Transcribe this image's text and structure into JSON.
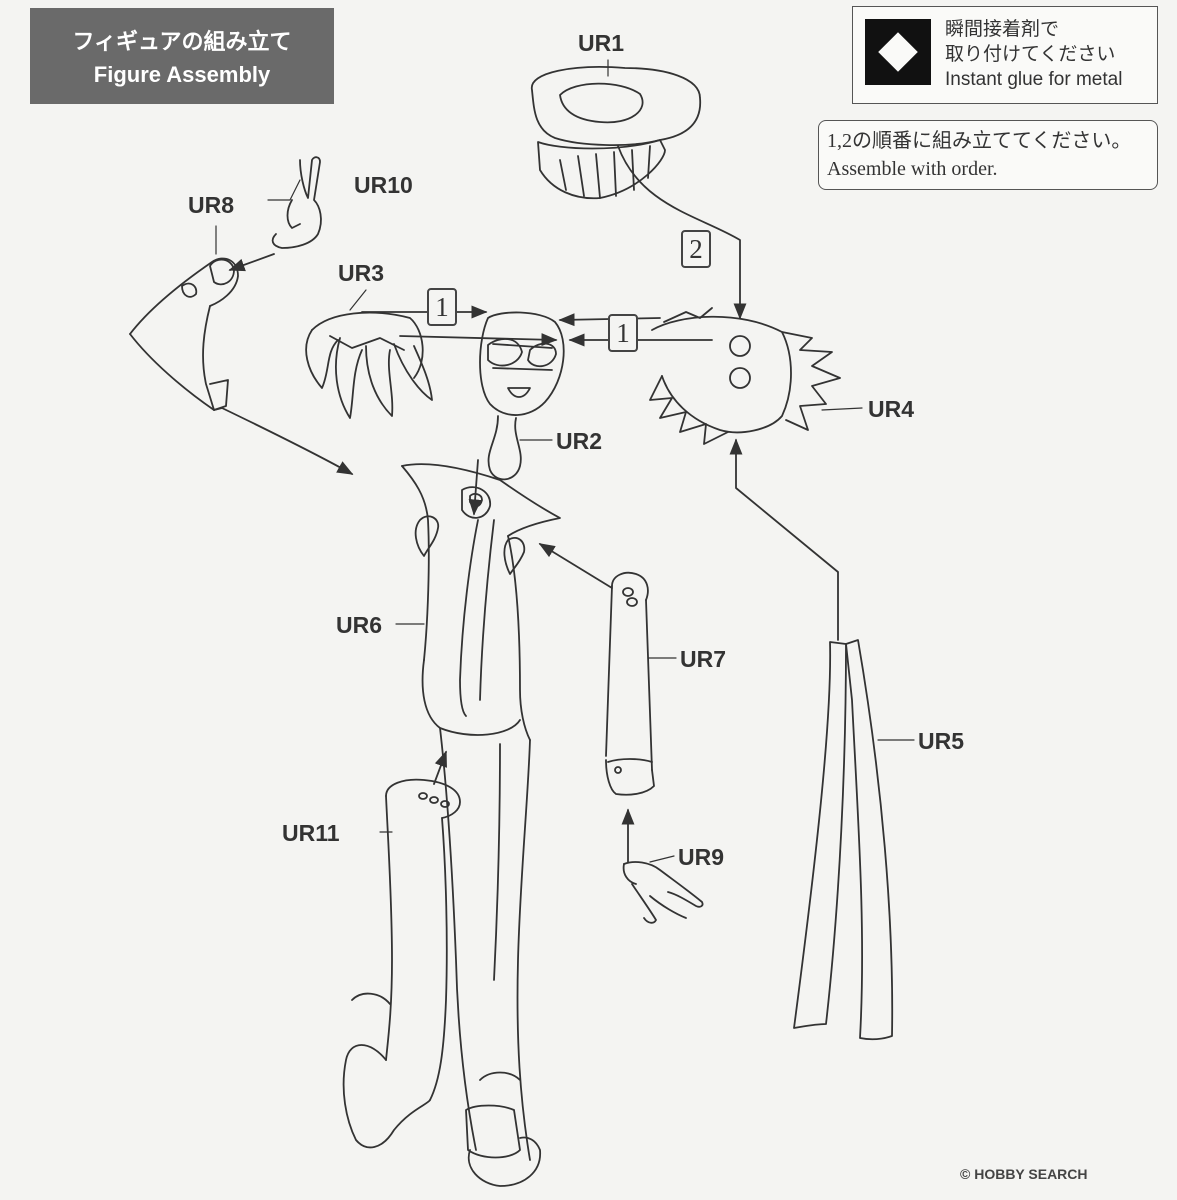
{
  "title": {
    "jp": "フィギュアの組み立て",
    "en": "Figure Assembly"
  },
  "glue_note": {
    "line1": "瞬間接着剤で",
    "line2": "取り付けてください",
    "line3": "Instant glue for metal"
  },
  "order_note": {
    "jp": "1,2の順番に組み立ててください。",
    "en": "Assemble with order."
  },
  "parts": {
    "ur1": "UR1",
    "ur2": "UR2",
    "ur3": "UR3",
    "ur4": "UR4",
    "ur5": "UR5",
    "ur6": "UR6",
    "ur7": "UR7",
    "ur8": "UR8",
    "ur9": "UR9",
    "ur10": "UR10",
    "ur11": "UR11"
  },
  "steps": {
    "one": "1",
    "two": "2"
  },
  "watermark": "© HOBBY SEARCH",
  "colors": {
    "line": "#333333",
    "title_bg": "#6a6a6a",
    "paper": "#f4f4f2"
  }
}
